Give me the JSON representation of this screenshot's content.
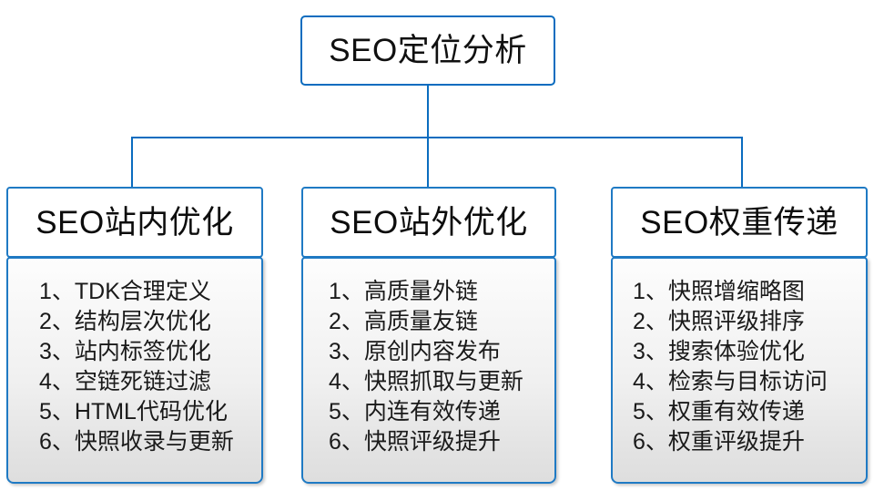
{
  "diagram": {
    "root": {
      "label": "SEO定位分析"
    },
    "colors": {
      "connector": "#0a6cbf",
      "box_border": "#1f7ac4",
      "root_border": "#0a6cbf",
      "text": "#1a1a1a",
      "body_fill_top": "#fdfdfd",
      "body_fill_bottom": "#dedede",
      "background": "#ffffff"
    },
    "columns": [
      {
        "header": "SEO站内优化",
        "items": [
          "1、TDK合理定义",
          "2、结构层次优化",
          "3、站内标签优化",
          "4、空链死链过滤",
          "5、HTML代码优化",
          "6、快照收录与更新"
        ]
      },
      {
        "header": "SEO站外优化",
        "items": [
          "1、高质量外链",
          "2、高质量友链",
          "3、原创内容发布",
          "4、快照抓取与更新",
          "5、内连有效传递",
          "6、快照评级提升"
        ]
      },
      {
        "header": "SEO权重传递",
        "items": [
          "1、快照增缩略图",
          "2、快照评级排序",
          "3、搜索体验优化",
          "4、检索与目标访问",
          "5、权重有效传递",
          "6、权重评级提升"
        ]
      }
    ]
  }
}
